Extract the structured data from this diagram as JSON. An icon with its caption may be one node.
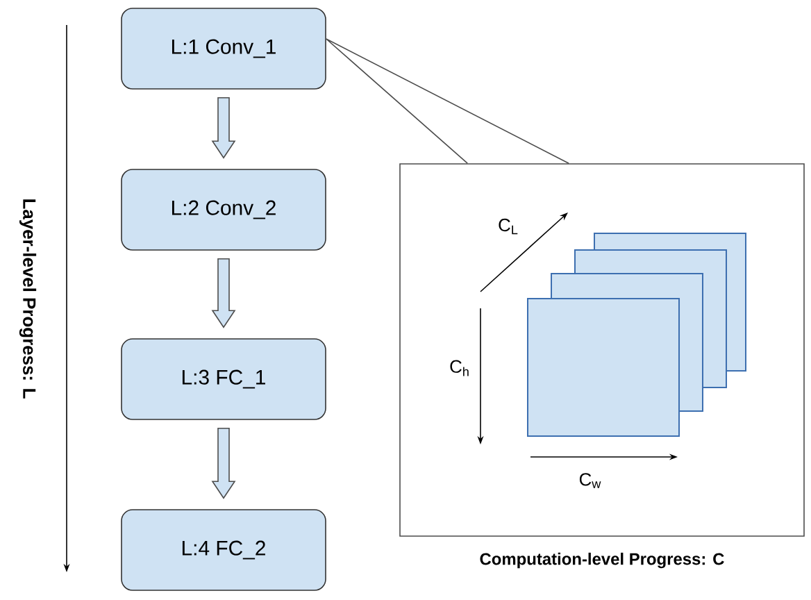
{
  "diagram": {
    "nodes": [
      {
        "text": [
          "L:1 Conv_1"
        ]
      },
      {
        "text": [
          "L:2 Conv_2"
        ]
      },
      {
        "text": [
          "L:3 FC_1"
        ]
      },
      {
        "text": [
          "L:4 FC_2"
        ]
      },
      {
        "text": [
          "Computation-level  Progress: C"
        ]
      }
    ],
    "edges": [
      {
        "from": 0,
        "to": 1,
        "arrow": "to"
      },
      {
        "from": 1,
        "to": 2,
        "arrow": "to"
      },
      {
        "from": 2,
        "to": 3,
        "arrow": "to"
      },
      {
        "from": 4,
        "to": 0,
        "arrow": "none"
      }
    ],
    "labels": [
      "Layer-level  Progress: L",
      "C$_{L}$",
      "C$_{h}$",
      "C$_{w}$"
    ]
  }
}
